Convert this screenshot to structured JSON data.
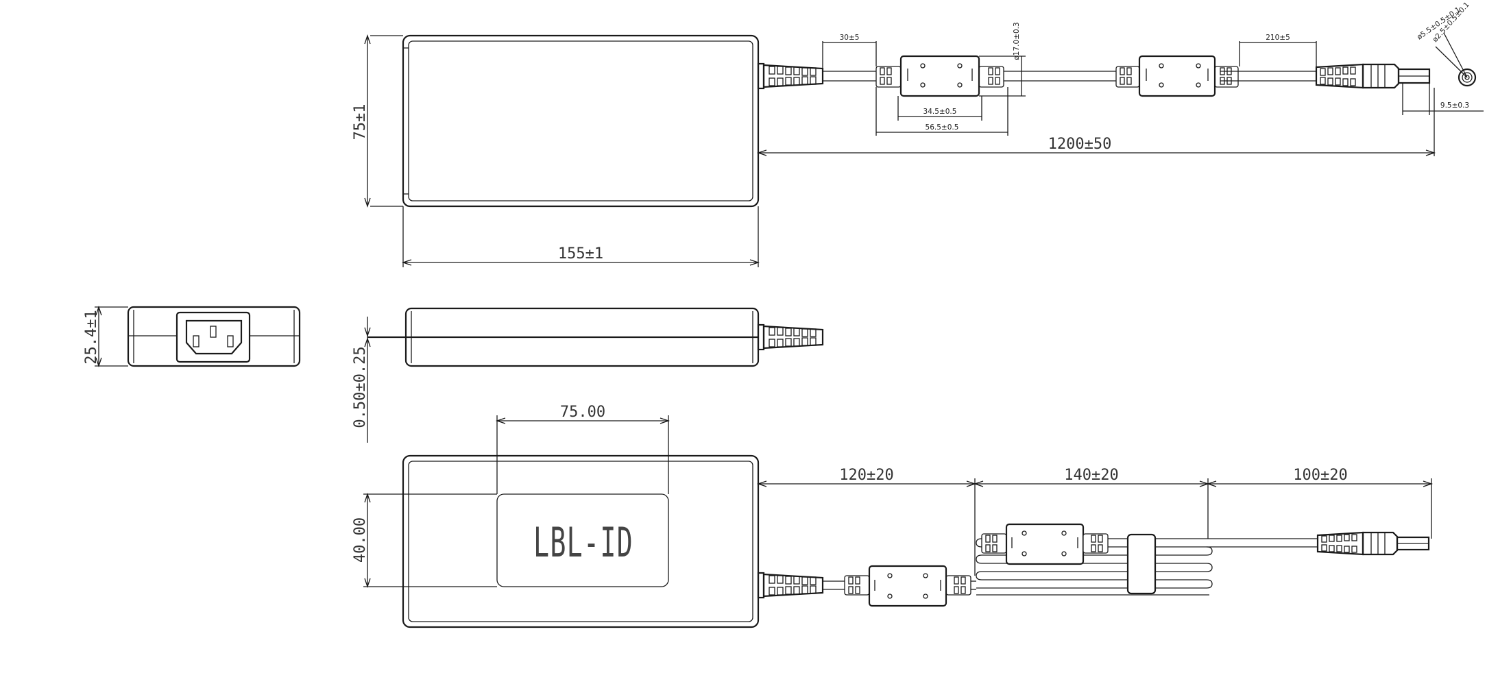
{
  "dimensions": {
    "height_top": "75±1",
    "length_top": "155±1",
    "cable_total": "1200±50",
    "strain_relief_gap": "30±5",
    "ferrite_dia": "ø17.0±0.3",
    "ferrite_len": "34.5±0.5",
    "ferrite_span": "56.5±0.5",
    "tail_len": "210±5",
    "plug_inner": "ø2.5±0.5±0.1",
    "plug_outer": "ø5.5±0.5±0.1",
    "plug_len": "9.5±0.3",
    "end_height": "25.4±1",
    "split_line": "0.50±0.25",
    "label_width": "75.00",
    "label_height": "40.00",
    "seg1": "120±20",
    "seg2": "140±20",
    "seg3": "100±20"
  },
  "label_text": "LBL-ID"
}
